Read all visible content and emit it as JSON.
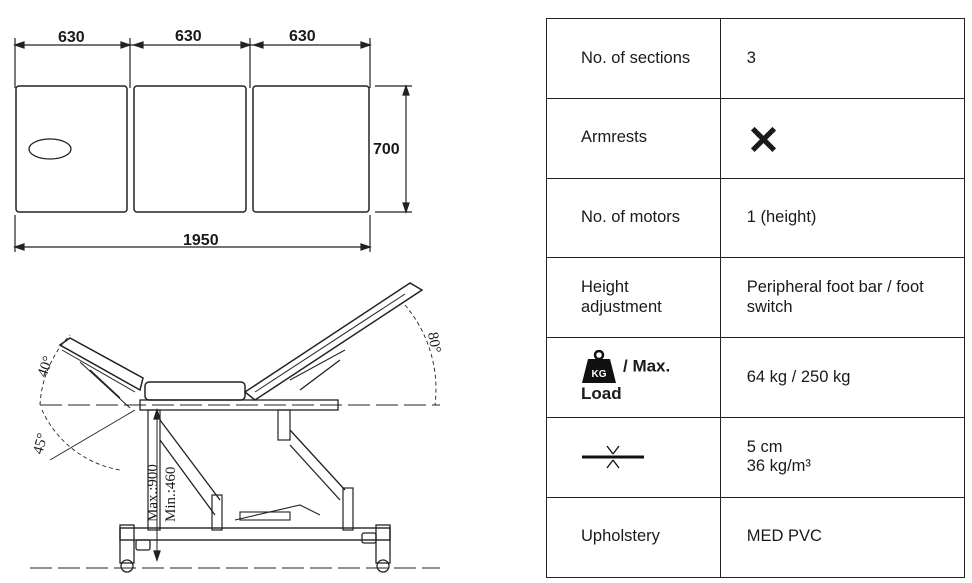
{
  "top_view": {
    "section_widths": [
      "630",
      "630",
      "630"
    ],
    "depth": "700",
    "total_length": "1950"
  },
  "side_view": {
    "head_angle_up": "40°",
    "head_angle_down": "45°",
    "back_angle": "80°",
    "height_max": "Max.:900",
    "height_min": "Min.:460"
  },
  "specs": [
    {
      "label": "No. of sections",
      "value": "3"
    },
    {
      "label": "Armrests",
      "value_icon": "cross-icon",
      "value": "✕"
    },
    {
      "label": "No. of motors",
      "value": "1 (height)"
    },
    {
      "label": "Height adjustment",
      "value": "Peripheral foot bar / foot switch"
    },
    {
      "label_icon": "weight-kg-icon",
      "icon_text": "KG",
      "label": "/ Max. Load",
      "value": "64 kg / 250 kg"
    },
    {
      "label_icon": "foam-compression-icon",
      "value_line1": "5 cm",
      "value_line2": "36 kg/m³"
    },
    {
      "label": "Upholstery",
      "value": "MED PVC"
    }
  ]
}
